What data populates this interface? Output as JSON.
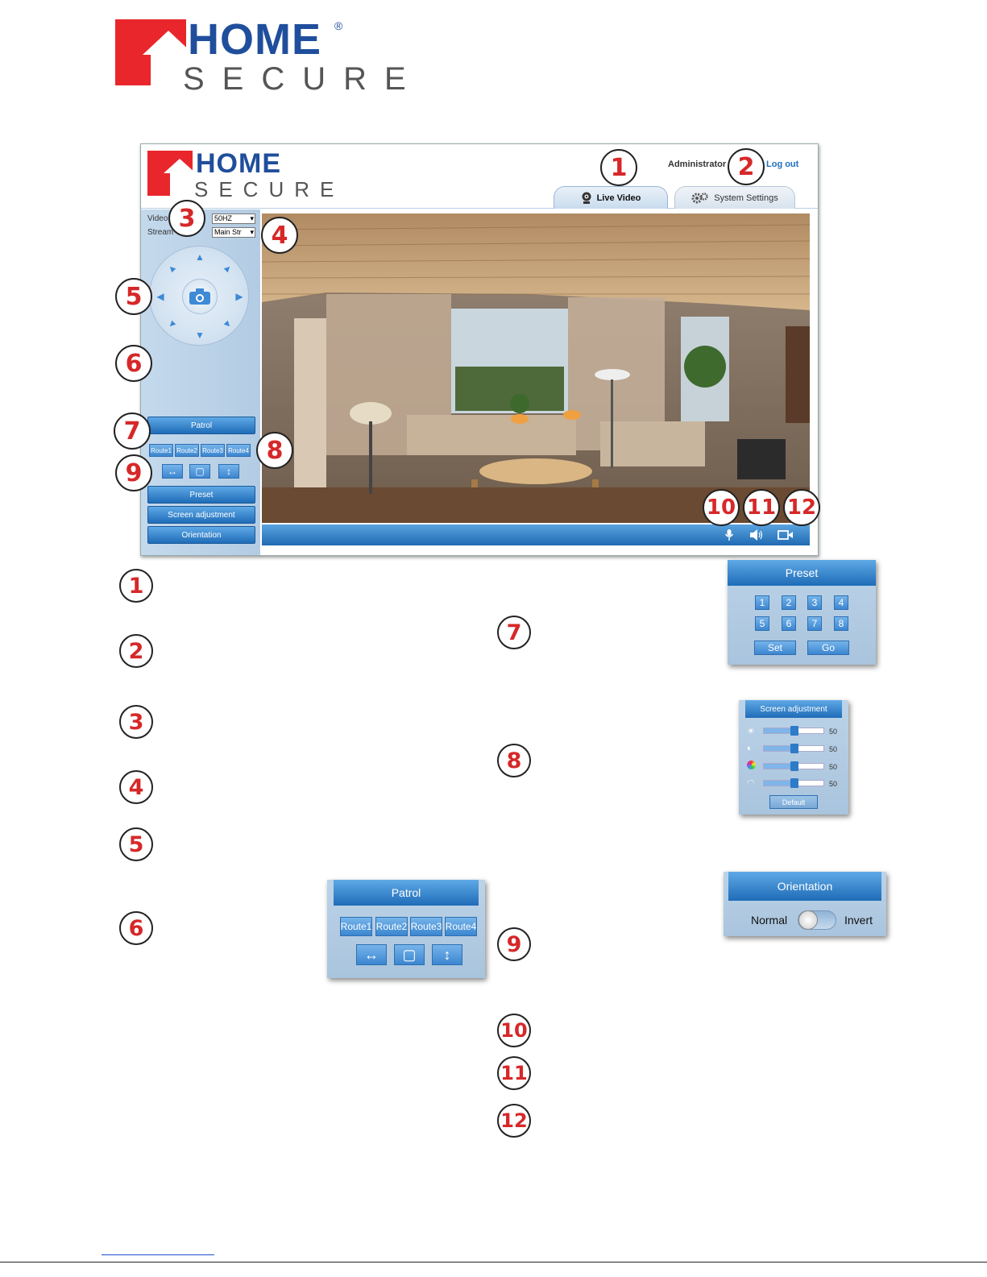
{
  "brand": {
    "word1": "HOME",
    "word2": "SECURE",
    "registered": "®"
  },
  "header": {
    "admin": "Administrator",
    "logout": "Log out",
    "tabs": [
      {
        "label": "Live Video"
      },
      {
        "label": "System Settings"
      }
    ]
  },
  "controls": {
    "video_label": "Video",
    "video_value": "50HZ",
    "stream_label": "Stream",
    "stream_value": "Main Str"
  },
  "buttons": {
    "patrol": "Patrol",
    "preset": "Preset",
    "screen_adjustment": "Screen adjustment",
    "orientation": "Orientation"
  },
  "routes": [
    "Route1",
    "Route2",
    "Route3",
    "Route4"
  ],
  "preset_panel": {
    "title": "Preset",
    "numbers": [
      "1",
      "2",
      "3",
      "4",
      "5",
      "6",
      "7",
      "8"
    ],
    "set": "Set",
    "go": "Go"
  },
  "screen_panel": {
    "title": "Screen adjustment",
    "levels": [
      "50",
      "50",
      "50",
      "50"
    ],
    "default": "Default"
  },
  "orientation_panel": {
    "title": "Orientation",
    "normal": "Normal",
    "invert": "Invert"
  },
  "patrol_panel": {
    "title": "Patrol",
    "routes": [
      "Route1",
      "Route2",
      "Route3",
      "Route4"
    ]
  },
  "callouts": [
    "1",
    "2",
    "3",
    "4",
    "5",
    "6",
    "7",
    "8",
    "9",
    "10",
    "11",
    "12"
  ],
  "colors": {
    "brand_red": "#e8262b",
    "brand_blue": "#1f4e9c",
    "callout_red": "#d62829",
    "button_blue": "#1f6cb8"
  }
}
